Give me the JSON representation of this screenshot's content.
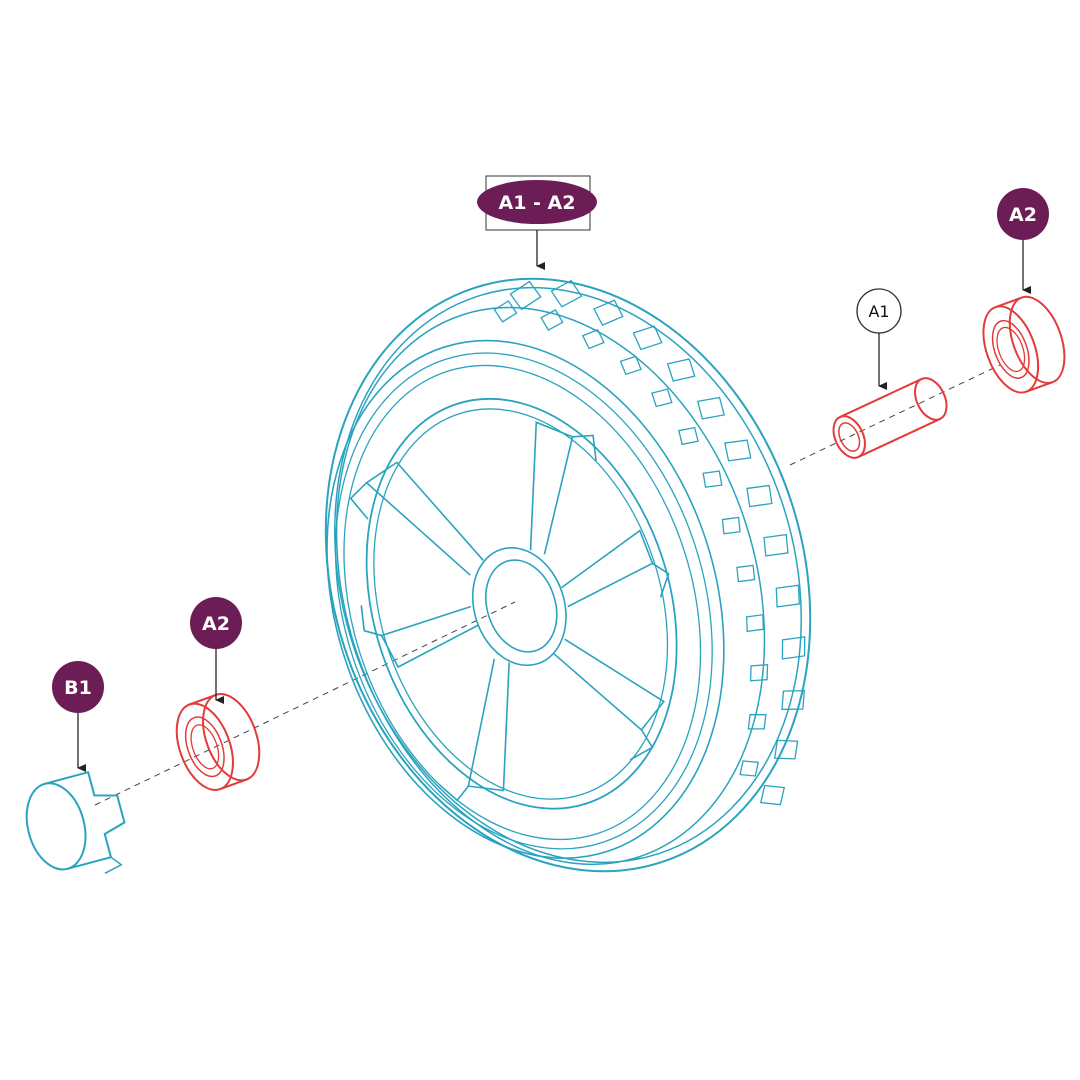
{
  "diagram": {
    "colors": {
      "badge_fill": "#6d1d55",
      "wheel_line": "#2aa3bf",
      "bearing_line": "#e33a3a",
      "leader_line": "#222222"
    },
    "callouts": {
      "wheel_assembly": "A1 - A2",
      "bearing_right": "A2",
      "spacer": "A1",
      "bearing_left": "A2",
      "hub_cap": "B1"
    }
  }
}
